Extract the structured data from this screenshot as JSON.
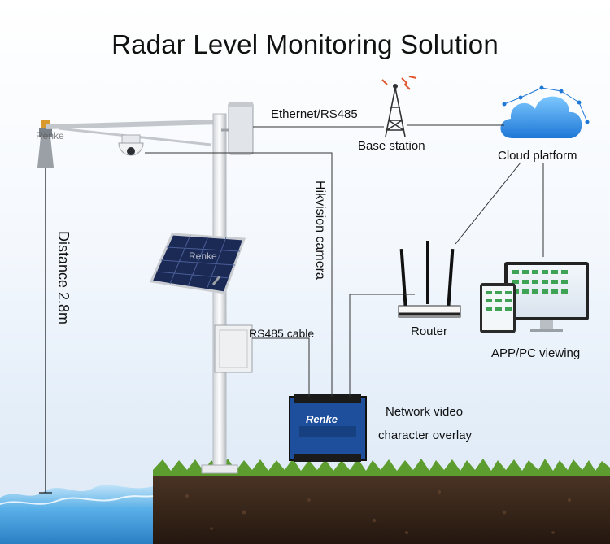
{
  "title": "Radar Level Monitoring Solution",
  "labels": {
    "ethernet": "Ethernet/RS485",
    "base_station": "Base station",
    "cloud": "Cloud platform",
    "hikvision": "Hikvision camera",
    "distance": "Distance 2.8m",
    "rs485_cable": "RS485 cable",
    "router": "Router",
    "app_pc": "APP/PC viewing",
    "nvr_line1": "Network video",
    "nvr_line2": "character overlay"
  },
  "watermark": "Renke",
  "device_brand": "Renke",
  "colors": {
    "accent_blue": "#1d4f9c",
    "cloud_blue": "#2f8fe6",
    "soil": "#3b2a1e",
    "grass": "#5d9c2f",
    "water": "#5ab0e8"
  }
}
